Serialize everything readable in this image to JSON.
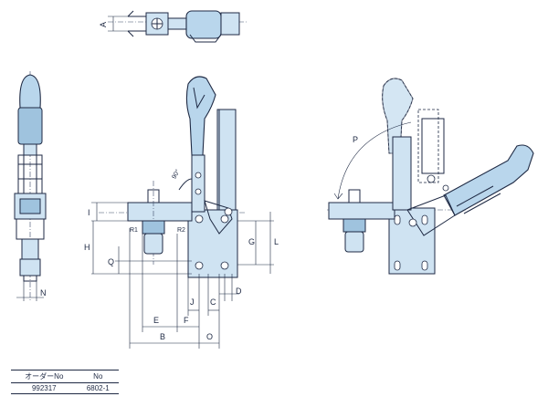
{
  "dimension_labels": {
    "A": "A",
    "B": "B",
    "C": "C",
    "D": "D",
    "E": "E",
    "F": "F",
    "G": "G",
    "H": "H",
    "I": "I",
    "J": "J",
    "L": "L",
    "N": "N",
    "O": "O",
    "P": "P",
    "Q": "Q",
    "R1": "R1",
    "R2": "R2"
  },
  "angle_label": "90°",
  "table": {
    "headers": [
      "オーダーNo",
      "No"
    ],
    "rows": [
      [
        "992317",
        "6802-1"
      ]
    ]
  },
  "colors": {
    "part": "#cfe3f2",
    "line": "#1f2a44"
  }
}
